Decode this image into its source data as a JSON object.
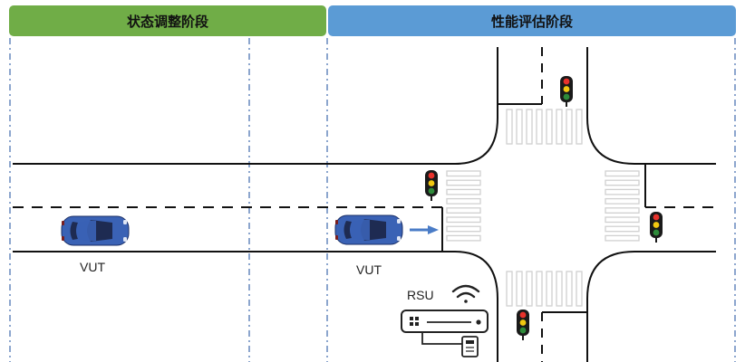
{
  "phases": {
    "left": {
      "label": "状态调整阶段",
      "color": "#70ad47"
    },
    "right": {
      "label": "性能评估阶段",
      "color": "#5b9bd5"
    }
  },
  "vehicles": [
    {
      "label": "VUT",
      "color": "#3a62b5"
    },
    {
      "label": "VUT",
      "color": "#3a62b5"
    }
  ],
  "rsu": {
    "label": "RSU"
  },
  "colors": {
    "road_line": "#111111",
    "divider": "#5b7fb8",
    "arrow": "#4a7cc7",
    "crosswalk": "#d0d0d0",
    "signal_red": "#e8322c",
    "signal_yellow": "#f2c811",
    "signal_green": "#2e8b3a"
  }
}
